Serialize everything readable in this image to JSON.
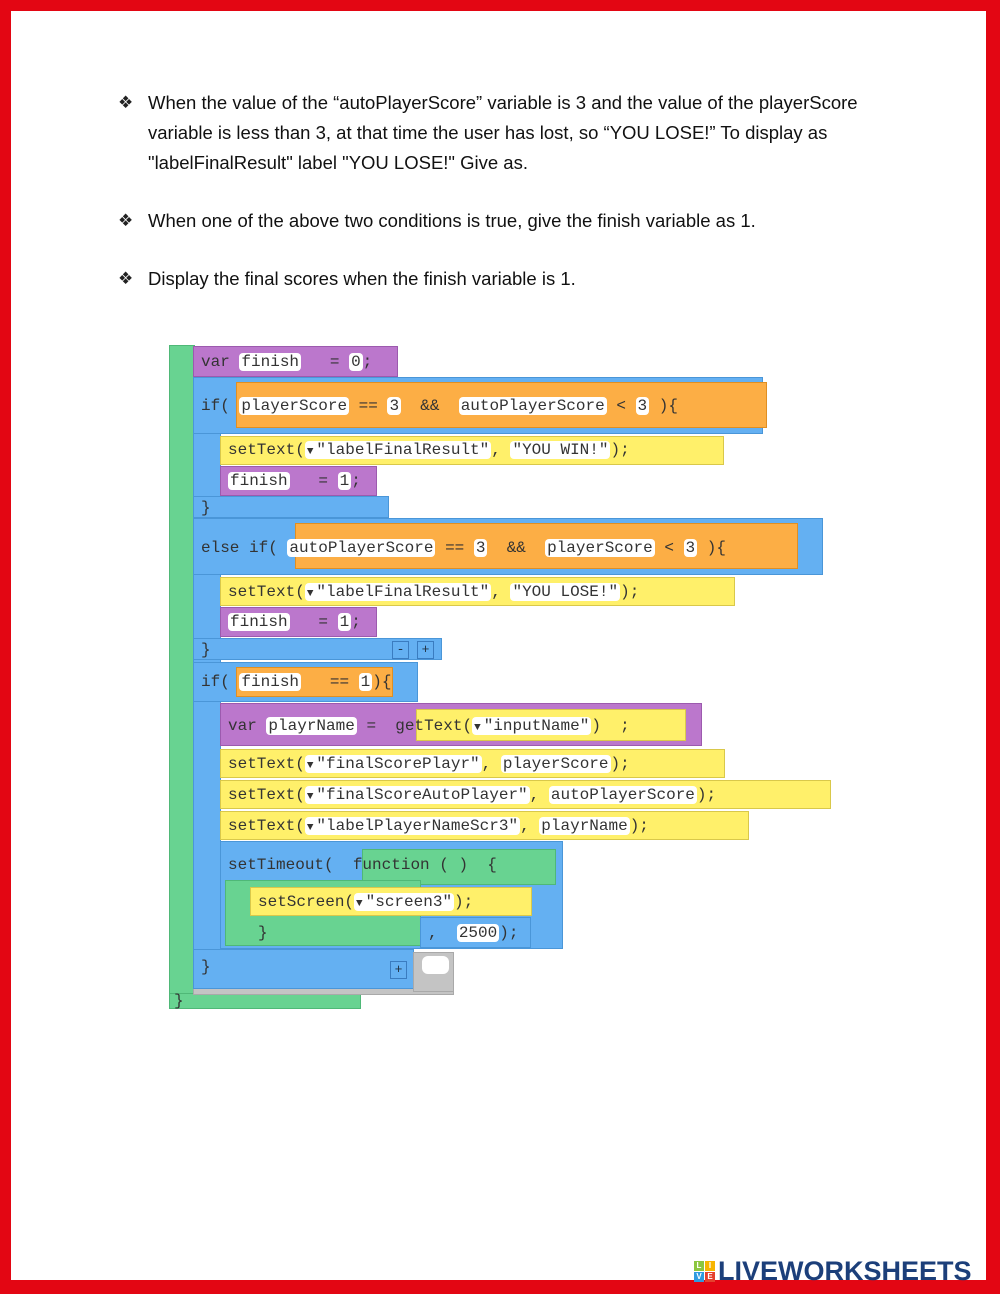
{
  "instructions": [
    "When the value of the “autoPlayerScore” variable is 3 and the value of the playerScore variable is less than 3, at that time the user has lost, so “YOU LOSE!” To display as \"labelFinalResult\" label \"YOU LOSE!\" Give as.",
    "When one of the above two conditions is true, give the finish variable as 1.",
    "Display the final scores when the finish variable is 1."
  ],
  "bullet_icon": "❖",
  "code": {
    "var_kw": "var",
    "finish": "finish",
    "assign": "=",
    "zero": "0",
    "semi": ";",
    "if_kw": "if(",
    "else_if_kw": "else if(",
    "close_brace": "}",
    "open_tail": "){",
    "playerScore": "playerScore",
    "autoPlayerScore": "autoPlayerScore",
    "eq": "==",
    "lt": "<",
    "and": "&&",
    "three": "3",
    "one": "1",
    "setText": "setText(",
    "labelFinalResult": "\"labelFinalResult\"",
    "comma": ",",
    "you_win": "\"YOU WIN!\"",
    "you_lose": "\"YOU LOSE!\"",
    "end_call": ");",
    "playrName": "playrName",
    "getText": "getText(",
    "inputName": "\"inputName\"",
    "close_paren": ")",
    "finalScorePlayr": "\"finalScorePlayr\"",
    "finalScoreAutoPlayer": "\"finalScoreAutoPlayer\"",
    "labelPlayerNameScr3": "\"labelPlayerNameScr3\"",
    "setTimeout": "setTimeout(",
    "function": "function ( )  {",
    "setScreen": "setScreen(",
    "screen3": "\"screen3\"",
    "delay": "2500",
    "dropdown": "▼",
    "minus": "-",
    "plus": "+"
  },
  "logo": {
    "tiles": [
      "L",
      "I",
      "V",
      "E"
    ],
    "text": "LIVEWORKSHEETS"
  }
}
